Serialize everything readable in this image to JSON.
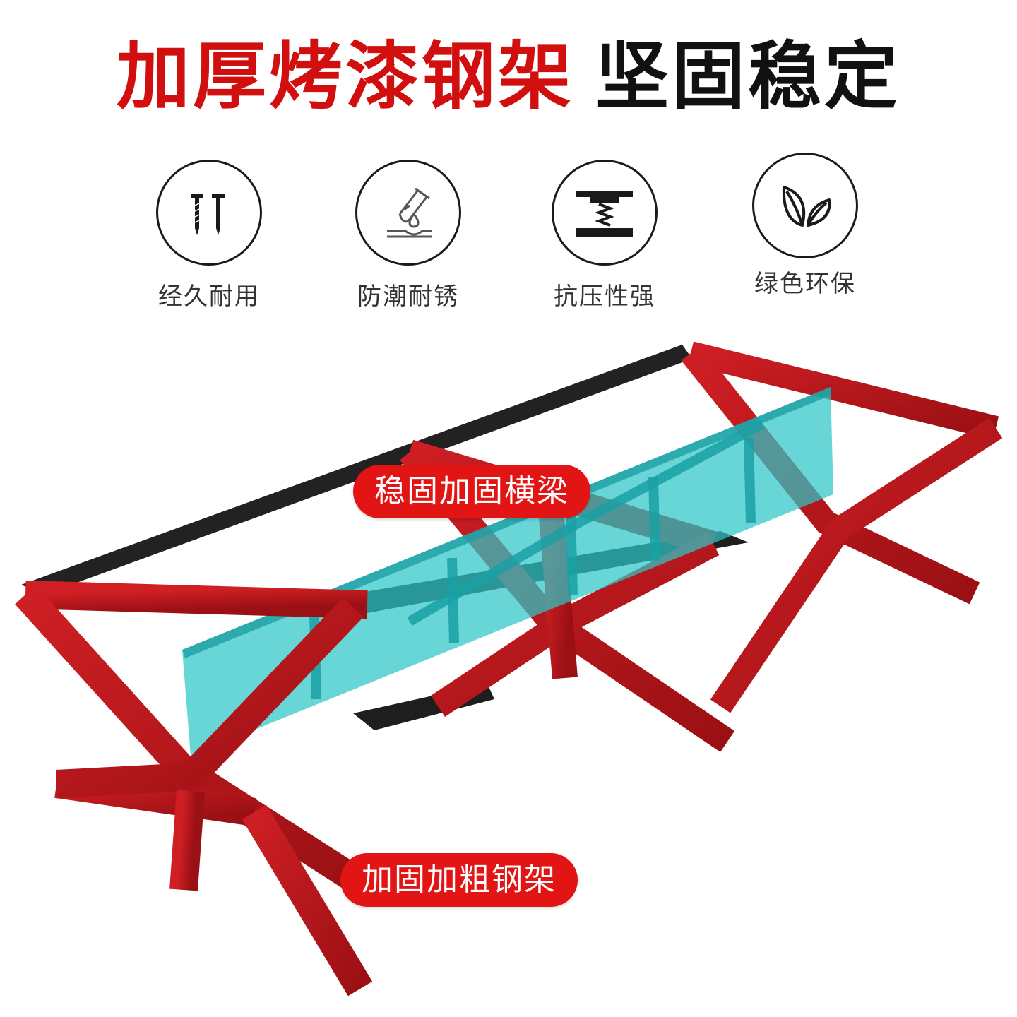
{
  "headline": {
    "red_text": "加厚烤漆钢架",
    "black_text": "坚固稳定"
  },
  "features": [
    {
      "label": "经久耐用",
      "icon": "screws-icon"
    },
    {
      "label": "防潮耐锈",
      "icon": "test-tube-drop-icon"
    },
    {
      "label": "抗压性强",
      "icon": "press-spring-icon"
    },
    {
      "label": "绿色环保",
      "icon": "leaves-icon"
    }
  ],
  "callouts": {
    "beam": "稳固加固横梁",
    "frame": "加固加粗钢架"
  },
  "colors": {
    "frame_red": "#b5161b",
    "beam_black": "#222222",
    "highlight_teal": "#2ec6c8",
    "callout_red": "#e31414",
    "headline_red": "#d20f0f"
  }
}
